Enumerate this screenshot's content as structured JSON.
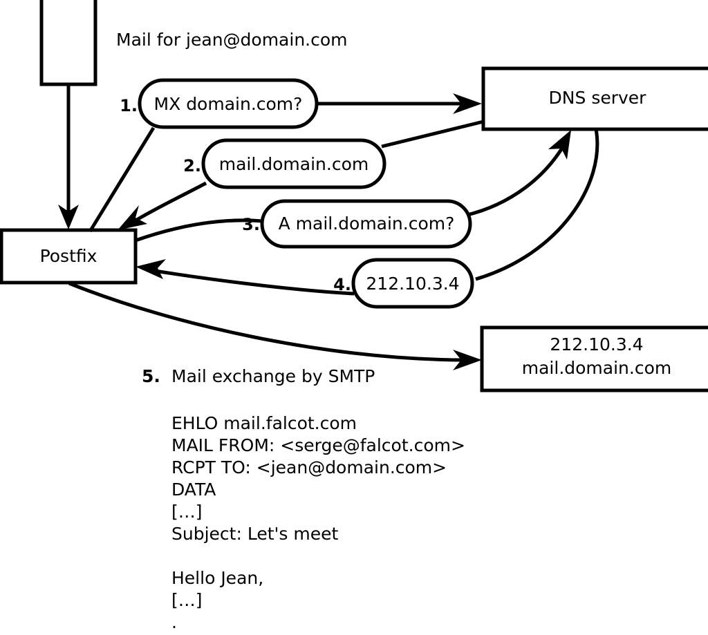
{
  "diagram": {
    "header_caption": "Mail for jean@domain.com",
    "nodes": {
      "mail_client": {
        "label": ""
      },
      "postfix": {
        "label": "Postfix"
      },
      "dns_server": {
        "label": "DNS server"
      },
      "remote_mx": {
        "line1": "212.10.3.4",
        "line2": "mail.domain.com"
      }
    },
    "steps": [
      {
        "num": "1.",
        "label": "MX domain.com?"
      },
      {
        "num": "2.",
        "label": "mail.domain.com"
      },
      {
        "num": "3.",
        "label": "A mail.domain.com?"
      },
      {
        "num": "4.",
        "label": "212.10.3.4"
      }
    ],
    "smtp": {
      "num": "5.",
      "label": "Mail exchange by SMTP",
      "transcript": "EHLO mail.falcot.com\nMAIL FROM: <serge@falcot.com>\nRCPT TO: <jean@domain.com>\nDATA\n[…]\nSubject: Let's meet\n\nHello Jean,\n[…]\n."
    },
    "colors": {
      "stroke": "#000000",
      "fill": "#ffffff",
      "text": "#000000"
    }
  }
}
